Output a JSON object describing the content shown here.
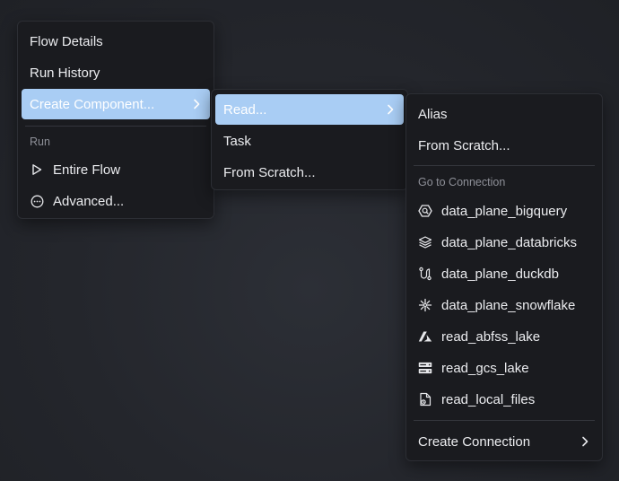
{
  "menu1": {
    "items": [
      {
        "label": "Flow Details"
      },
      {
        "label": "Run History"
      },
      {
        "label": "Create Component..."
      }
    ],
    "section_label": "Run",
    "run_items": [
      {
        "label": "Entire Flow",
        "icon": "play-icon"
      },
      {
        "label": "Advanced...",
        "icon": "circle-dots-icon"
      }
    ]
  },
  "menu2": {
    "items": [
      {
        "label": "Read..."
      },
      {
        "label": "Task"
      },
      {
        "label": "From Scratch..."
      }
    ]
  },
  "menu3": {
    "items": [
      {
        "label": "Alias"
      },
      {
        "label": "From Scratch..."
      }
    ],
    "section_label": "Go to Connection",
    "connections": [
      {
        "label": "data_plane_bigquery",
        "icon": "bigquery-icon"
      },
      {
        "label": "data_plane_databricks",
        "icon": "databricks-icon"
      },
      {
        "label": "data_plane_duckdb",
        "icon": "duckdb-icon"
      },
      {
        "label": "data_plane_snowflake",
        "icon": "snowflake-icon"
      },
      {
        "label": "read_abfss_lake",
        "icon": "azure-icon"
      },
      {
        "label": "read_gcs_lake",
        "icon": "server-icon"
      },
      {
        "label": "read_local_files",
        "icon": "local-file-icon"
      }
    ],
    "create_connection": "Create Connection"
  },
  "colors": {
    "highlight": "#a9cdf4",
    "menu_bg": "#1a1b1f",
    "muted_text": "#8e9098"
  }
}
